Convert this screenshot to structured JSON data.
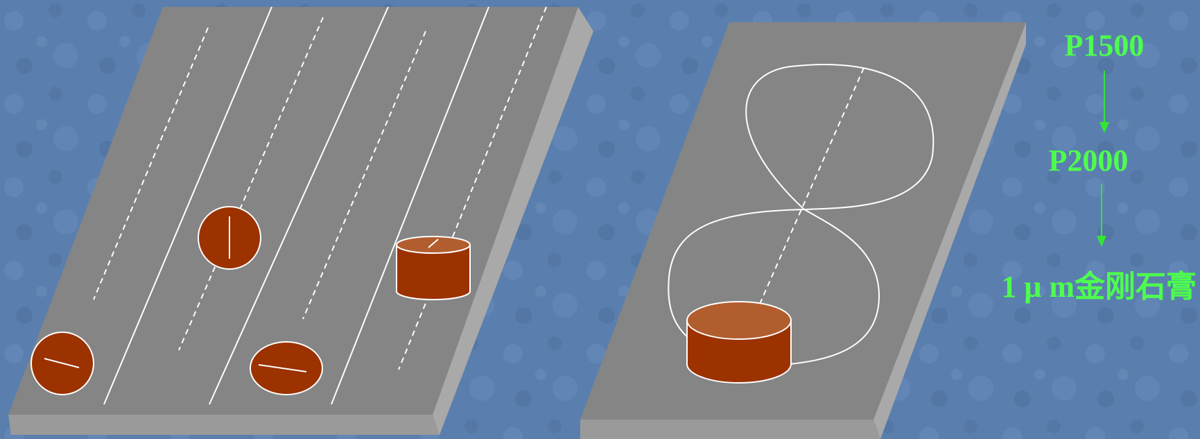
{
  "colors": {
    "background": "#5a7fae",
    "plate_top": "#858585",
    "plate_front": "#9a9a9a",
    "plate_side": "#a9a9a9",
    "specimen_body": "#9b3200",
    "specimen_top": "#b25d2e",
    "path_line": "#ffffff",
    "step_text": "#4dff4d",
    "arrow": "#33e633"
  },
  "steps": [
    {
      "label": "P1500"
    },
    {
      "label": "P2000"
    },
    {
      "label": "1 μ m金刚石膏"
    }
  ]
}
